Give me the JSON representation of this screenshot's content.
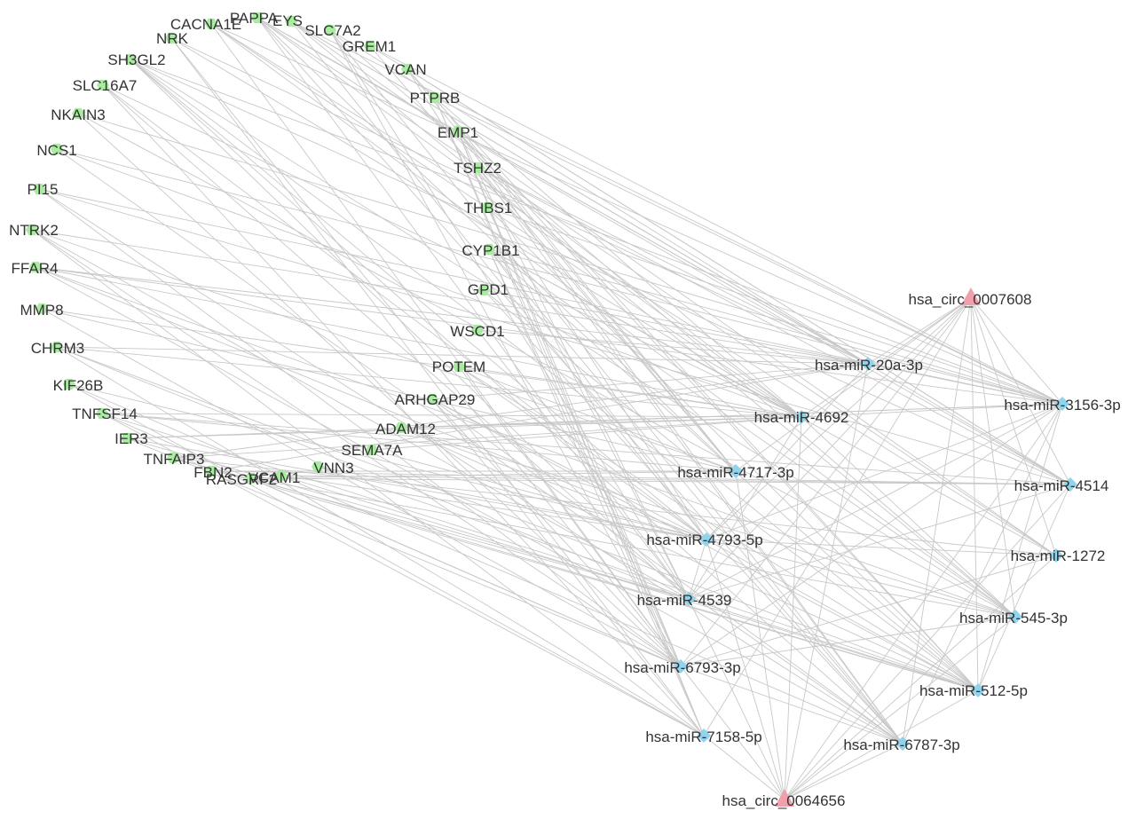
{
  "colors": {
    "circRNA": "#f0a0ac",
    "miRNA": "#8fd4ec",
    "mRNA": "#a8eca0",
    "edge": "#c8c8c8",
    "label": "#333333"
  },
  "circRNAs": [
    {
      "id": "c1",
      "label": "hsa_circ_0007608"
    },
    {
      "id": "c2",
      "label": "hsa_circ_0064656"
    }
  ],
  "miRNAs": [
    {
      "id": "m1",
      "label": "hsa-miR-20a-3p"
    },
    {
      "id": "m2",
      "label": "hsa-miR-3156-3p"
    },
    {
      "id": "m3",
      "label": "hsa-miR-4692"
    },
    {
      "id": "m4",
      "label": "hsa-miR-4717-3p"
    },
    {
      "id": "m5",
      "label": "hsa-miR-4514"
    },
    {
      "id": "m6",
      "label": "hsa-miR-4793-5p"
    },
    {
      "id": "m7",
      "label": "hsa-miR-1272"
    },
    {
      "id": "m8",
      "label": "hsa-miR-4539"
    },
    {
      "id": "m9",
      "label": "hsa-miR-545-3p"
    },
    {
      "id": "m10",
      "label": "hsa-miR-6793-3p"
    },
    {
      "id": "m11",
      "label": "hsa-miR-512-5p"
    },
    {
      "id": "m12",
      "label": "hsa-miR-7158-5p"
    },
    {
      "id": "m13",
      "label": "hsa-miR-6787-3p"
    }
  ],
  "mRNAs": [
    {
      "id": "g1",
      "label": "CACNA1E"
    },
    {
      "id": "g2",
      "label": "PAPPA"
    },
    {
      "id": "g3",
      "label": "EYS"
    },
    {
      "id": "g4",
      "label": "SLC7A2"
    },
    {
      "id": "g5",
      "label": "NRK"
    },
    {
      "id": "g6",
      "label": "GREM1"
    },
    {
      "id": "g7",
      "label": "SH3GL2"
    },
    {
      "id": "g8",
      "label": "VCAN"
    },
    {
      "id": "g9",
      "label": "SLC16A7"
    },
    {
      "id": "g10",
      "label": "PTPRB"
    },
    {
      "id": "g11",
      "label": "NKAIN3"
    },
    {
      "id": "g12",
      "label": "EMP1"
    },
    {
      "id": "g13",
      "label": "NCS1"
    },
    {
      "id": "g14",
      "label": "TSHZ2"
    },
    {
      "id": "g15",
      "label": "PI15"
    },
    {
      "id": "g16",
      "label": "THBS1"
    },
    {
      "id": "g17",
      "label": "NTRK2"
    },
    {
      "id": "g18",
      "label": "CYP1B1"
    },
    {
      "id": "g19",
      "label": "FFAR4"
    },
    {
      "id": "g20",
      "label": "GPD1"
    },
    {
      "id": "g21",
      "label": "MMP8"
    },
    {
      "id": "g22",
      "label": "WSCD1"
    },
    {
      "id": "g23",
      "label": "CHRM3"
    },
    {
      "id": "g24",
      "label": "POTEM"
    },
    {
      "id": "g25",
      "label": "KIF26B"
    },
    {
      "id": "g26",
      "label": "ARHGAP29"
    },
    {
      "id": "g27",
      "label": "TNFSF14"
    },
    {
      "id": "g28",
      "label": "ADAM12"
    },
    {
      "id": "g29",
      "label": "IER3"
    },
    {
      "id": "g30",
      "label": "SEMA7A"
    },
    {
      "id": "g31",
      "label": "TNFAIP3"
    },
    {
      "id": "g32",
      "label": "VNN3"
    },
    {
      "id": "g33",
      "label": "FBN2"
    },
    {
      "id": "g34",
      "label": "VCAM1"
    },
    {
      "id": "g35",
      "label": "RASGRF2"
    }
  ]
}
